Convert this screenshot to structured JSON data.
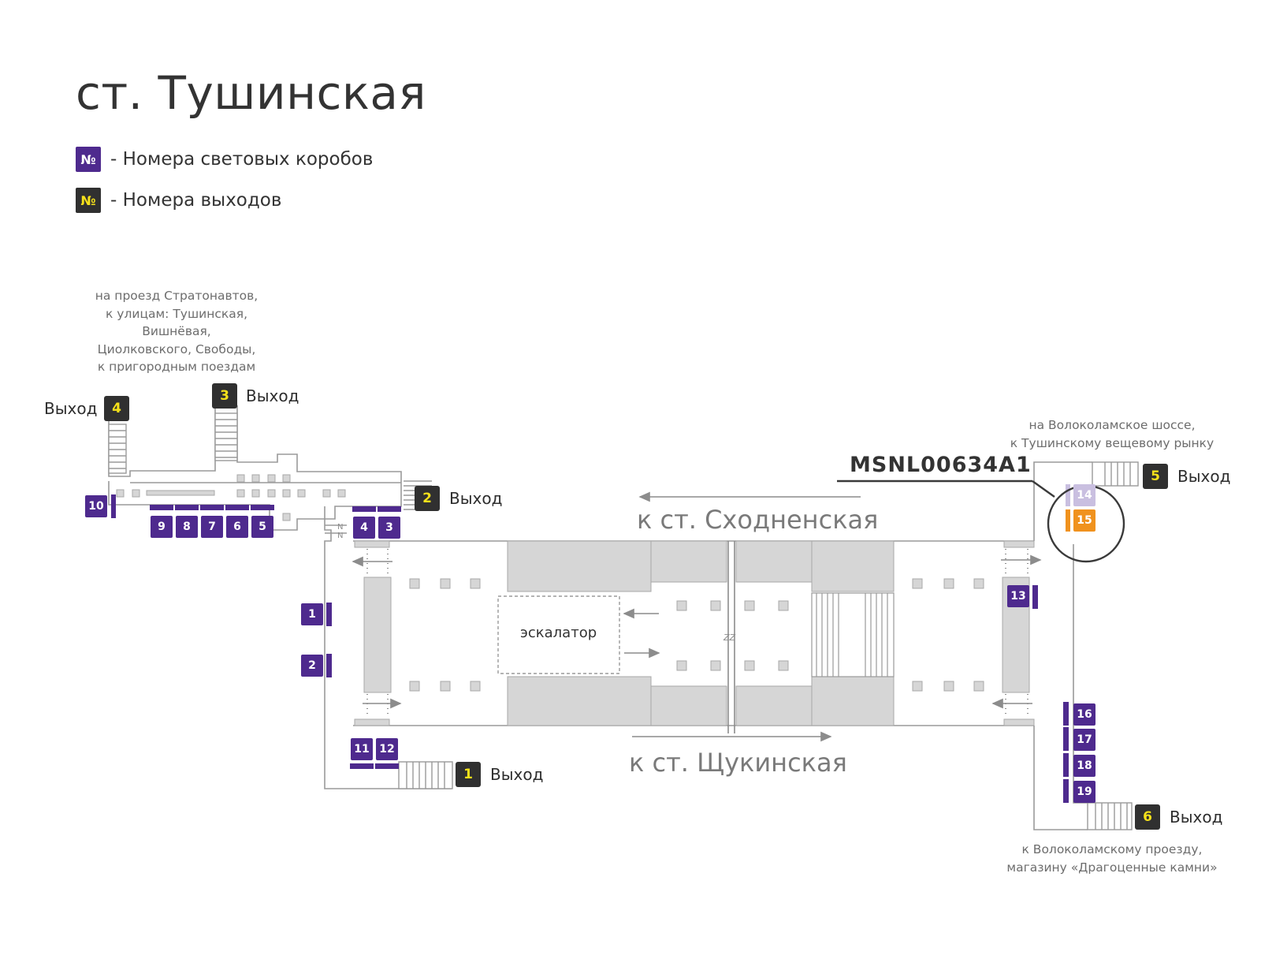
{
  "title": "ст. Тушинская",
  "legend": {
    "symbol": "№",
    "lightbox_label": "- Номера световых коробов",
    "exit_label": "- Номера выходов"
  },
  "colors": {
    "lightbox": "#4e2a8e",
    "lightbox_faded": "#c9bfe0",
    "exit_bg": "#303030",
    "exit_text": "#f5e11a",
    "highlight": "#f0921e",
    "structure": "#d6d6d6",
    "line": "#8c8c8c"
  },
  "exit_word": "Выход",
  "exits": [
    {
      "number": "1"
    },
    {
      "number": "2"
    },
    {
      "number": "3"
    },
    {
      "number": "4"
    },
    {
      "number": "5"
    },
    {
      "number": "6"
    }
  ],
  "notes": {
    "exits_3_4": [
      "на проезд Стратонавтов,",
      "к улицам: Тушинская,",
      "Вишнёвая,",
      "Циолковского, Свободы,",
      "к пригородным поездам"
    ],
    "exit_5": [
      "на Волоколамское шоссе,",
      "к Тушинскому вещевому рынку"
    ],
    "exit_6": [
      "к Волоколамскому проезду,",
      "магазину «Драгоценные камни»"
    ]
  },
  "directions": {
    "north": "к ст. Сходненская",
    "south": "к ст. Щукинская"
  },
  "escalator_label": "эскалатор",
  "highlight_code": "MSNL00634A1",
  "lightboxes": [
    "1",
    "2",
    "3",
    "4",
    "5",
    "6",
    "7",
    "8",
    "9",
    "10",
    "11",
    "12",
    "13",
    "14",
    "15",
    "16",
    "17",
    "18",
    "19"
  ],
  "highlighted_lightbox": "15",
  "faded_lightbox": "14"
}
